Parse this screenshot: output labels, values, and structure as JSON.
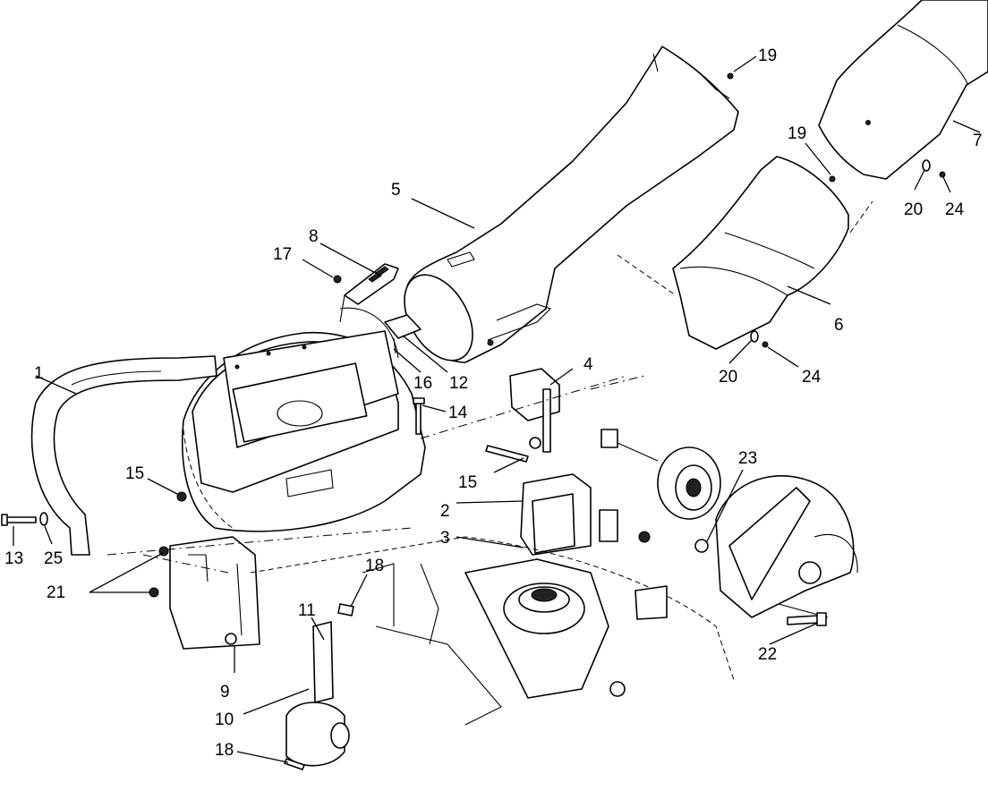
{
  "callouts": {
    "c1": "1",
    "c2": "2",
    "c3": "3",
    "c4": "4",
    "c5": "5",
    "c6": "6",
    "c7": "7",
    "c8": "8",
    "c9": "9",
    "c10": "10",
    "c11": "11",
    "c12": "12",
    "c13": "13",
    "c14": "14",
    "c15a": "15",
    "c15b": "15",
    "c16": "16",
    "c17": "17",
    "c18a": "18",
    "c18b": "18",
    "c19a": "19",
    "c19b": "19",
    "c20a": "20",
    "c20b": "20",
    "c21": "21",
    "c22": "22",
    "c23": "23",
    "c24a": "24",
    "c24b": "24",
    "c25": "25"
  }
}
